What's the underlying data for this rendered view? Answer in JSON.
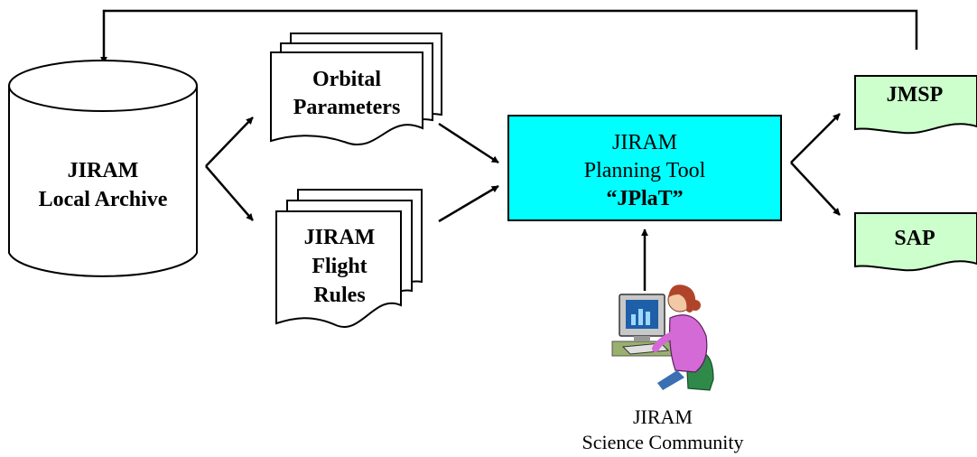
{
  "colors": {
    "tool_fill": "#00FFFF",
    "output_fill": "#CCFFCC",
    "line": "#000000",
    "background": "#FFFFFF"
  },
  "archive": {
    "line1": "JIRAM",
    "line2": "Local Archive"
  },
  "orbital": {
    "line1": "Orbital",
    "line2": "Parameters"
  },
  "rules": {
    "line1": "JIRAM",
    "line2": "Flight",
    "line3": "Rules"
  },
  "tool": {
    "line1": "JIRAM",
    "line2": "Planning Tool",
    "line3": "“JPlaT”"
  },
  "outputs": {
    "jmsp": "JMSP",
    "sap": "SAP"
  },
  "community": {
    "line1": "JIRAM",
    "line2": "Science Community",
    "icon": "user-at-computer-icon"
  }
}
